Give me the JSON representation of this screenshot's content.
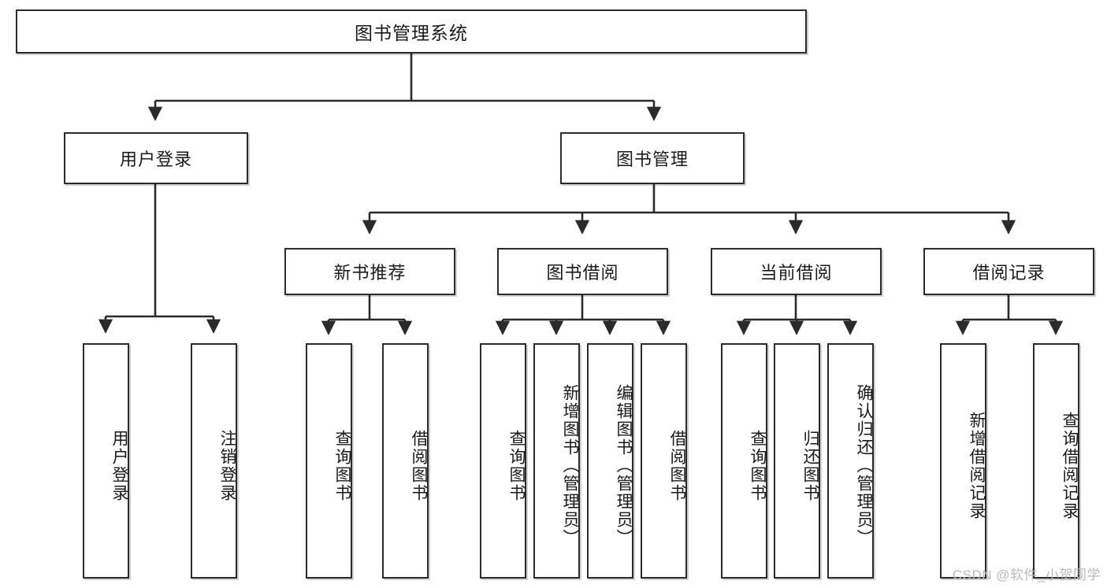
{
  "diagram": {
    "type": "tree",
    "title": "图书管理系统",
    "watermark": "CSDN @软件_小贺同学",
    "colors": {
      "box_border": "#2b2b2b",
      "box_fill": "#ffffff",
      "edge": "#2b2b2b",
      "text": "#1a1a1a",
      "watermark": "#b9b9b9",
      "background": "#ffffff"
    },
    "nodes": {
      "root": {
        "label": "图书管理系统",
        "level": 1,
        "orientation": "horizontal"
      },
      "l2": [
        {
          "id": "user_login",
          "label": "用户登录",
          "level": 2,
          "orientation": "horizontal"
        },
        {
          "id": "book_mgmt",
          "label": "图书管理",
          "level": 2,
          "orientation": "horizontal"
        }
      ],
      "l3": [
        {
          "id": "new_book_rec",
          "label": "新书推荐",
          "level": 3,
          "orientation": "horizontal",
          "parent": "book_mgmt"
        },
        {
          "id": "book_borrow",
          "label": "图书借阅",
          "level": 3,
          "orientation": "horizontal",
          "parent": "book_mgmt"
        },
        {
          "id": "current_borrow",
          "label": "当前借阅",
          "level": 3,
          "orientation": "horizontal",
          "parent": "book_mgmt"
        },
        {
          "id": "borrow_record",
          "label": "借阅记录",
          "level": 3,
          "orientation": "horizontal",
          "parent": "book_mgmt"
        }
      ],
      "leaves": [
        {
          "id": "leaf_user_login",
          "label": "用户登录",
          "parent": "user_login",
          "orientation": "vertical"
        },
        {
          "id": "leaf_logout",
          "label": "注销登录",
          "parent": "user_login",
          "orientation": "vertical"
        },
        {
          "id": "leaf_query_book_rec",
          "label": "查询图书",
          "parent": "new_book_rec",
          "orientation": "vertical"
        },
        {
          "id": "leaf_borrow_book_rec",
          "label": "借阅图书",
          "parent": "new_book_rec",
          "orientation": "vertical"
        },
        {
          "id": "leaf_query_book_b",
          "label": "查询图书",
          "parent": "book_borrow",
          "orientation": "vertical"
        },
        {
          "id": "leaf_add_book",
          "label": "新增图书（管理员）",
          "parent": "book_borrow",
          "orientation": "vertical"
        },
        {
          "id": "leaf_edit_book",
          "label": "编辑图书（管理员）",
          "parent": "book_borrow",
          "orientation": "vertical"
        },
        {
          "id": "leaf_borrow_book_b",
          "label": "借阅图书",
          "parent": "book_borrow",
          "orientation": "vertical"
        },
        {
          "id": "leaf_query_book_c",
          "label": "查询图书",
          "parent": "current_borrow",
          "orientation": "vertical"
        },
        {
          "id": "leaf_return_book",
          "label": "归还图书",
          "parent": "current_borrow",
          "orientation": "vertical"
        },
        {
          "id": "leaf_confirm_return",
          "label": "确认归还（管理员）",
          "parent": "current_borrow",
          "orientation": "vertical"
        },
        {
          "id": "leaf_add_record",
          "label": "新增借阅记录",
          "parent": "borrow_record",
          "orientation": "vertical"
        },
        {
          "id": "leaf_query_record",
          "label": "查询借阅记录",
          "parent": "borrow_record",
          "orientation": "vertical"
        }
      ]
    }
  }
}
